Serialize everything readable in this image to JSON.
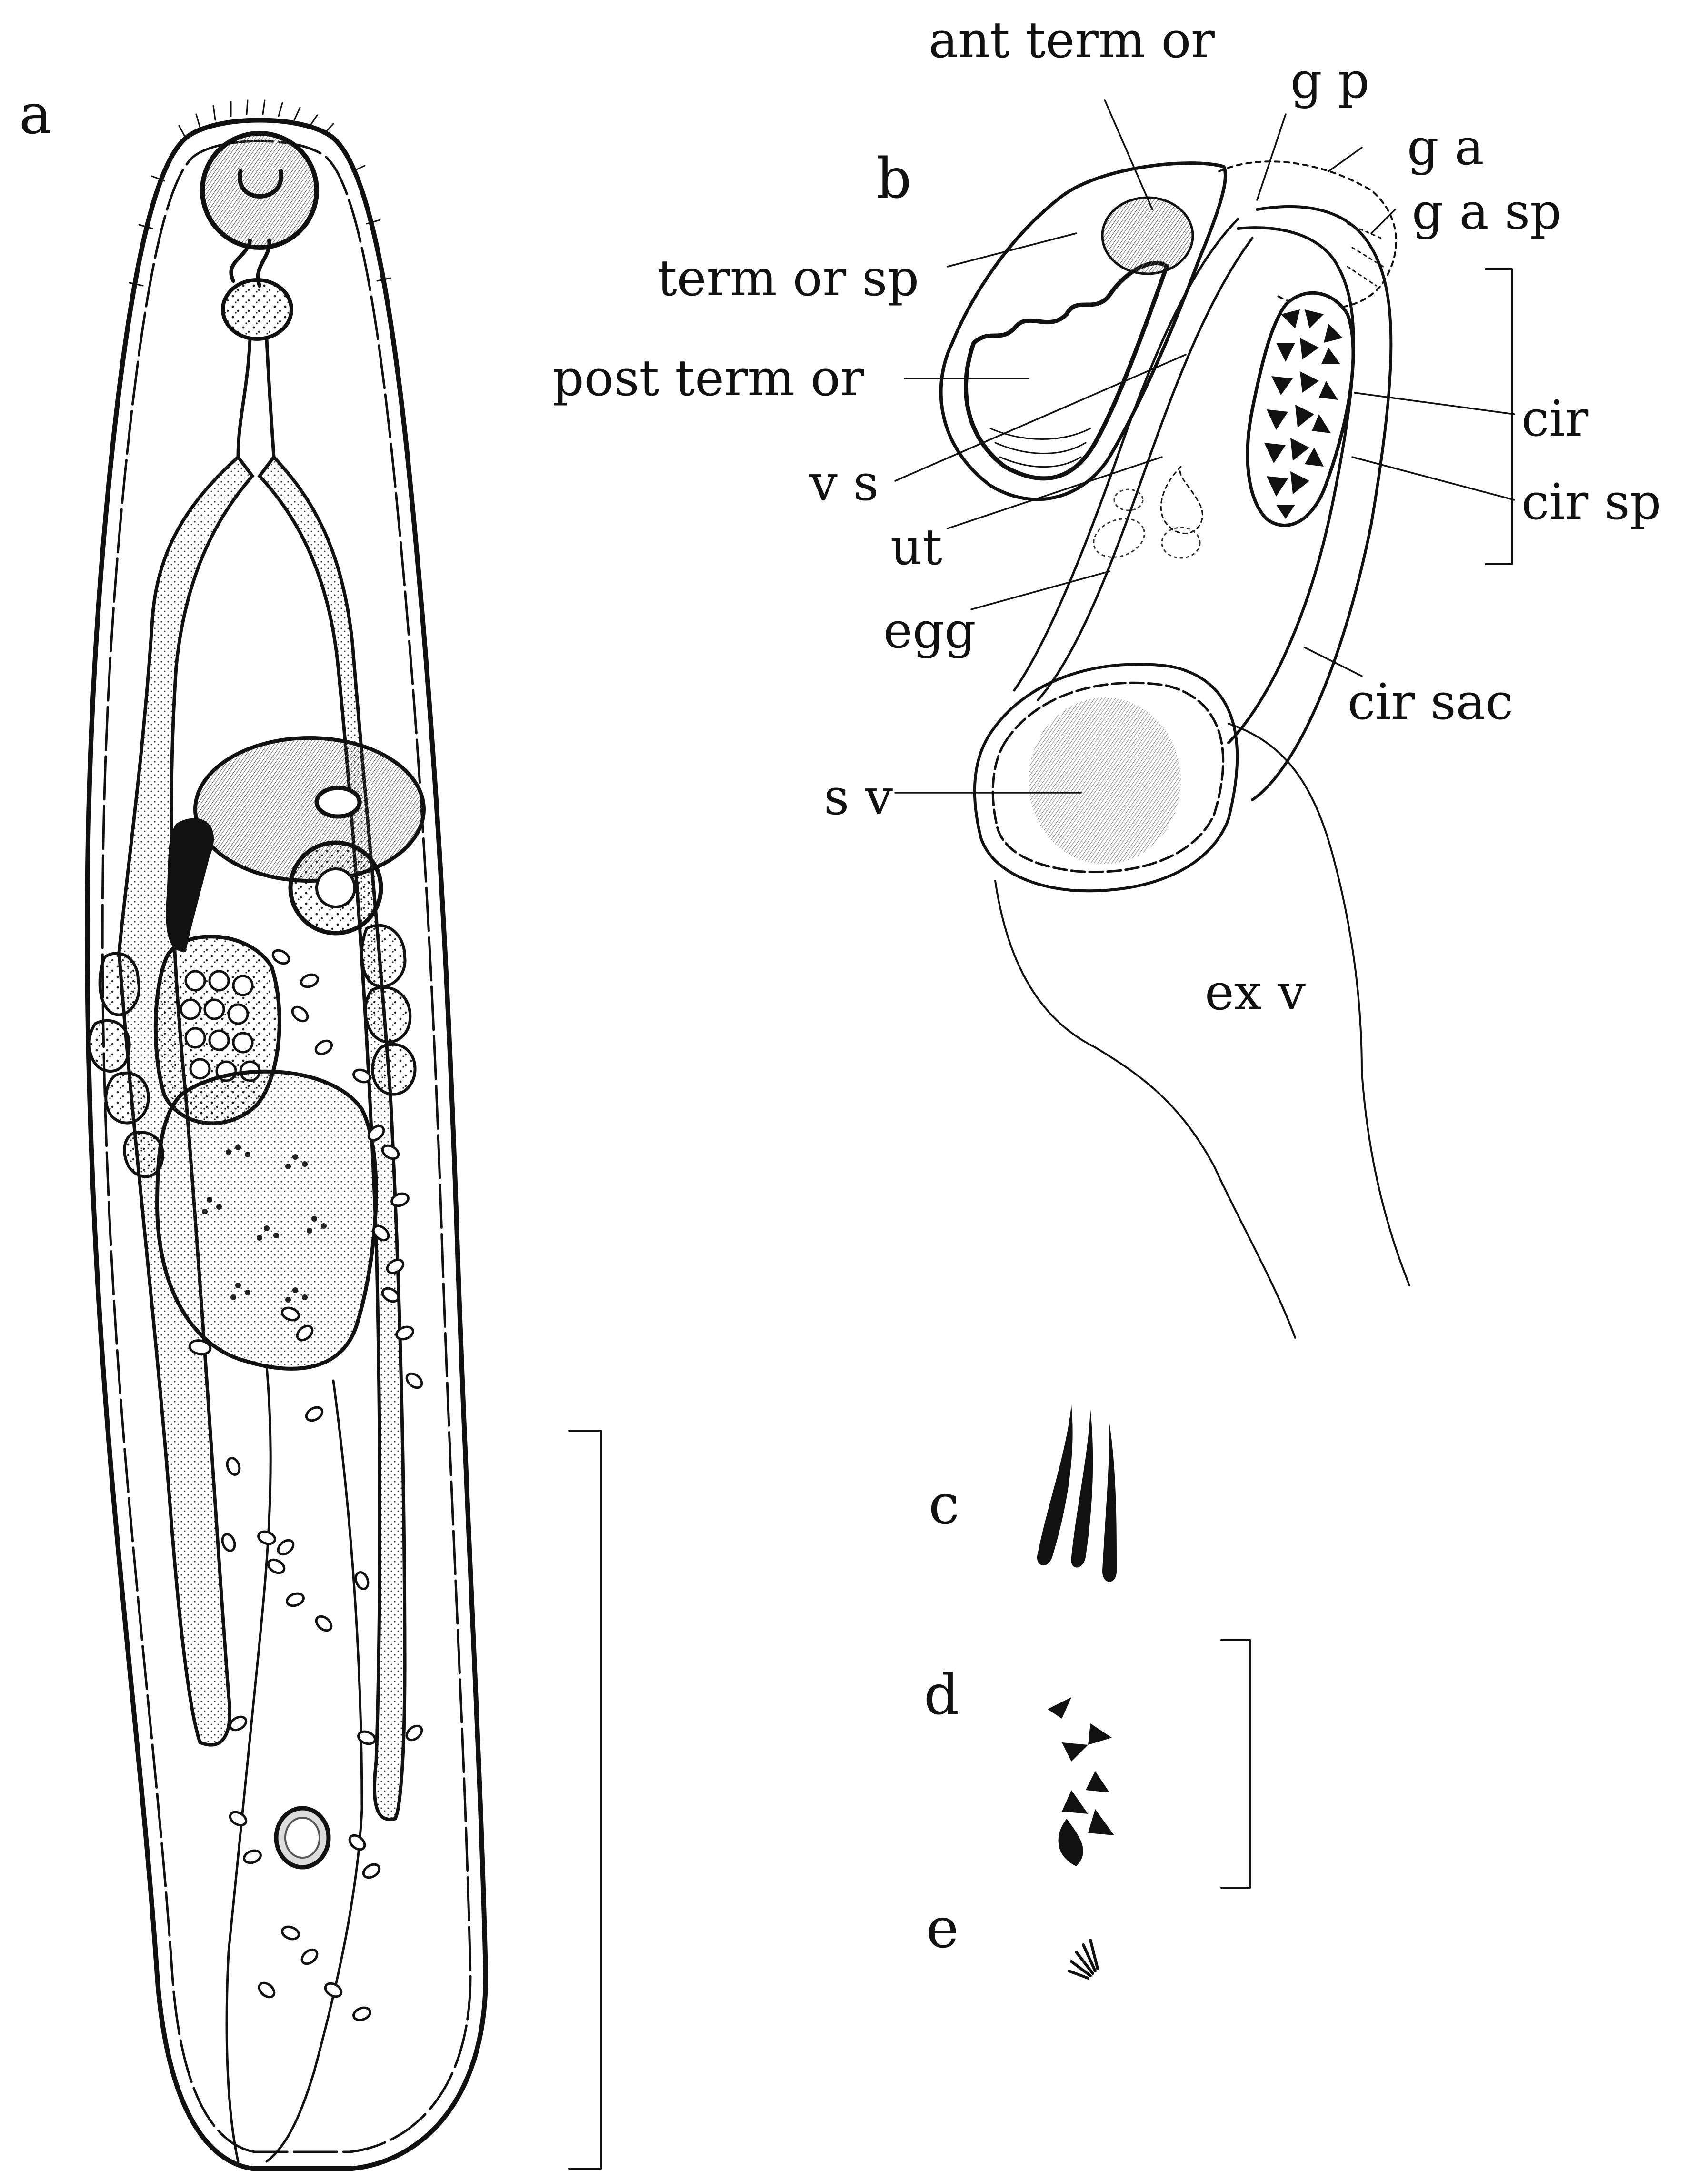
{
  "panels": {
    "a": "a",
    "b": "b",
    "c": "c",
    "d": "d",
    "e": "e"
  },
  "labels": {
    "ant_term_or": "ant term or",
    "g_p": "g p",
    "g_a": "g a",
    "g_a_sp": "g a sp",
    "term_or_sp": "term or sp",
    "post_term_or": "post term or",
    "cir": "cir",
    "v_s": "v s",
    "cir_sp": "cir sp",
    "ut": "ut",
    "egg": "egg",
    "cir_sac": "cir sac",
    "s_v": "s v",
    "ex_v": "ex v"
  },
  "colors": {
    "ink": "#111111",
    "background": "#ffffff"
  }
}
